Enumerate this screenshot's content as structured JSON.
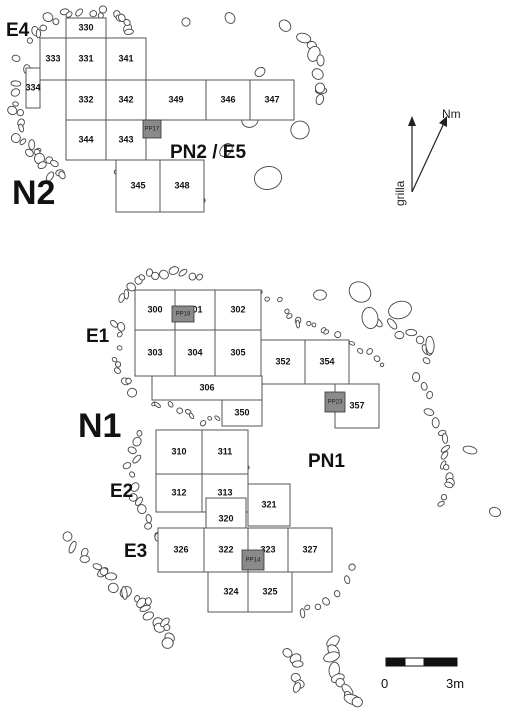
{
  "labels": {
    "e4": "E4",
    "n2": "N2",
    "pn2": "PN2 / E5",
    "e1": "E1",
    "n1": "N1",
    "pn1": "PN1",
    "e2": "E2",
    "e3": "E3"
  },
  "orientation": {
    "north": "Nm",
    "grid": "grilla"
  },
  "scale_bar": {
    "start": "0",
    "end": "3m"
  },
  "cells_n2": [
    "330",
    "331",
    "333",
    "341",
    "334",
    "332",
    "342",
    "349",
    "346",
    "347",
    "344",
    "343",
    "345",
    "348"
  ],
  "cells_n1": [
    "300",
    "301",
    "302",
    "303",
    "304",
    "305",
    "352",
    "354",
    "306",
    "350",
    "357",
    "310",
    "311",
    "312",
    "313",
    "321",
    "320",
    "326",
    "322",
    "323",
    "327",
    "324",
    "325"
  ],
  "highlights": [
    "PP17",
    "PP18",
    "PP23",
    "PP14"
  ]
}
